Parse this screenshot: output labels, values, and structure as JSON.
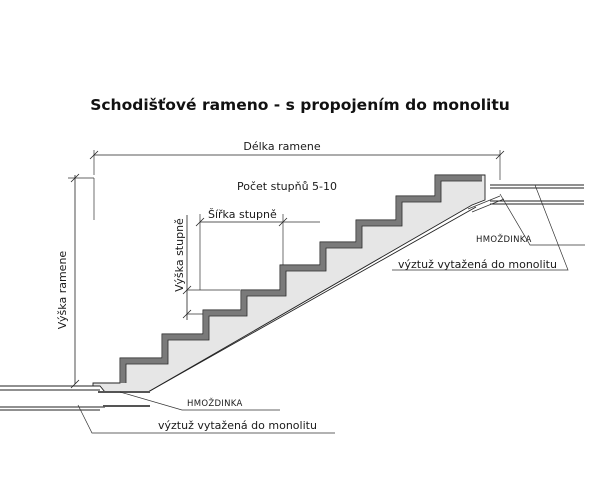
{
  "title": "Schodišťové rameno - s propojením do monolitu",
  "labels": {
    "length": "Délka ramene",
    "step_count": "Počet stupňů 5-10",
    "step_width": "Šířka stupně",
    "step_height": "Výška stupně",
    "flight_height": "Výška ramene",
    "dowel_top": "HMOŽDINKA",
    "dowel_bottom": "HMOŽDINKA",
    "rebar_top": "výztuž vytažená do monolitu",
    "rebar_bottom": "výztuž vytažená do monolitu"
  },
  "colors": {
    "stair_fill": "#e6e6e6",
    "tread_band": "#7a7a7a",
    "line": "#222222"
  }
}
